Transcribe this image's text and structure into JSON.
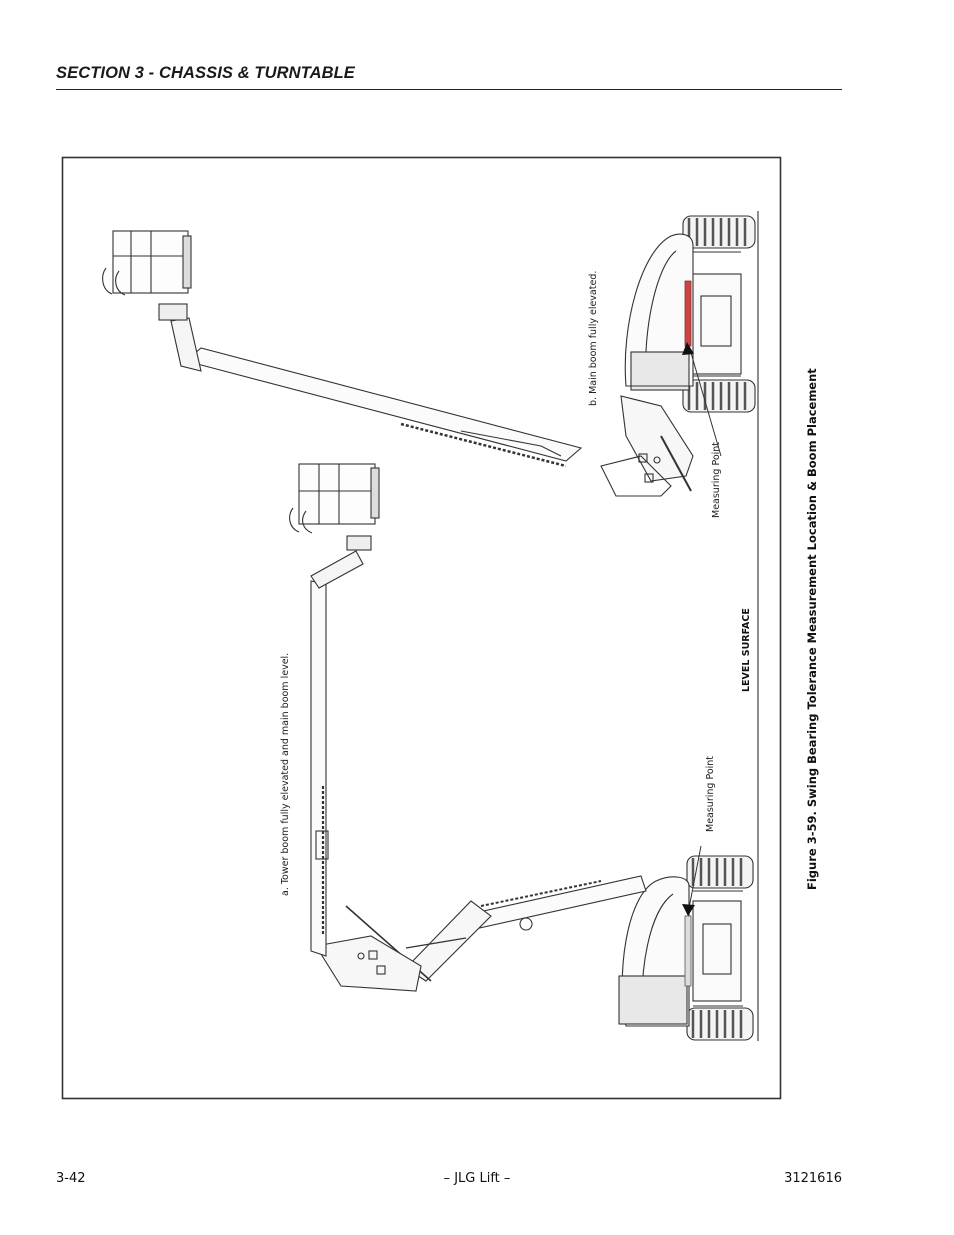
{
  "header": {
    "section_title": "SECTION 3 - CHASSIS & TURNTABLE"
  },
  "figure": {
    "caption": "Figure 3-59.  Swing Bearing Tolerance Measurement Location & Boom Placement",
    "label_a": "a. Tower boom fully elevated and main boom  level.",
    "label_b": "b. Main boom fully elevated.",
    "measuring_point_a": "Measuring Point",
    "measuring_point_b": "Measuring Point",
    "level_surface": "LEVEL SURFACE"
  },
  "footer": {
    "page_number": "3-42",
    "brand": "– JLG Lift –",
    "doc_number": "3121616"
  }
}
